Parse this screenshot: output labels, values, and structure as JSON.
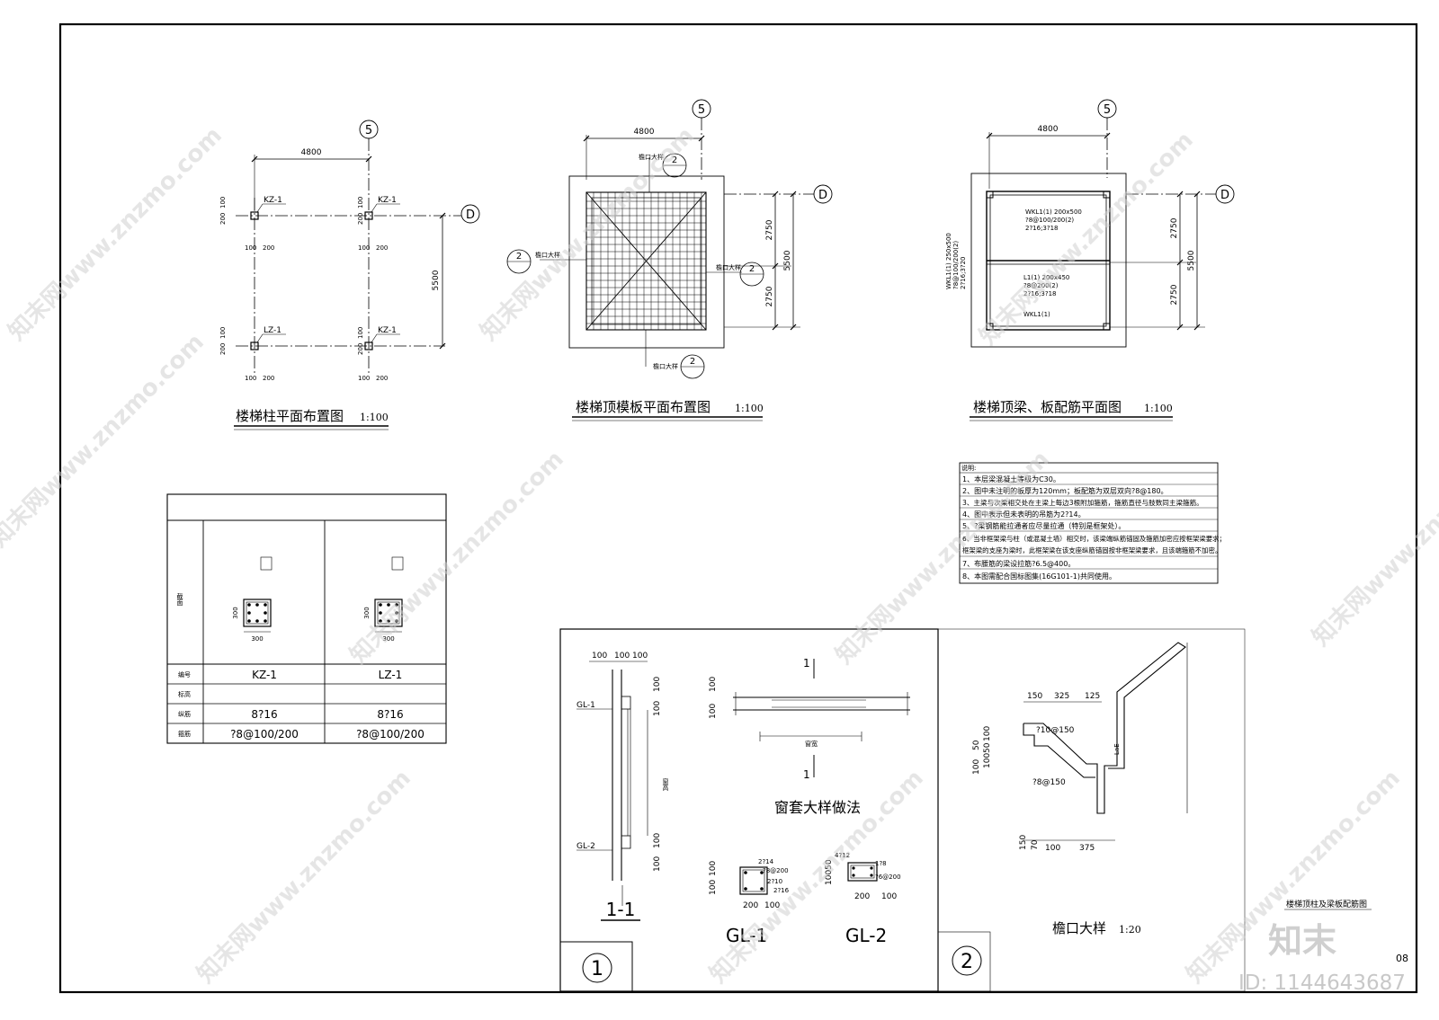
{
  "sheet": {
    "page_number": "08",
    "id_label": "ID: 1144643687",
    "logo_text": "知末",
    "watermark": "知末网www.znzmo.com"
  },
  "plan1": {
    "axis": "5",
    "row": "D",
    "dim_width": "4800",
    "dim_height": "5500",
    "cols": [
      "KZ-1",
      "KZ-1",
      "LZ-1",
      "KZ-1"
    ],
    "d100": "100",
    "d200": "200",
    "title": "楼梯柱平面布置图",
    "scale": "1:100"
  },
  "plan2": {
    "axis": "5",
    "row": "D",
    "dim_width": "4800",
    "dim_upper": "2750",
    "dim_lower": "2750",
    "dim_height": "5500",
    "eave_label": "檐口大样",
    "detail_num": "2",
    "title": "楼梯顶模板平面布置图",
    "scale": "1:100"
  },
  "plan3": {
    "axis": "5",
    "row": "D",
    "dim_width": "4800",
    "dim_upper": "2750",
    "dim_lower": "2750",
    "dim_height": "5500",
    "b1": [
      "WKL1(1) 200x500",
      "?8@100/200(2)",
      "2?16;3?18"
    ],
    "b2": [
      "L1(1) 200x450",
      "?8@200(2)",
      "2?16;3?18"
    ],
    "b3": "WKL1(1)",
    "b4": [
      "WKL1(1) 250x500",
      "?8@100/200(2)",
      "2?16;3?20"
    ],
    "title": "楼梯顶梁、板配筋平面图",
    "scale": "1:100"
  },
  "notes": {
    "heading": "说明:",
    "items": [
      "1、本层梁混凝土等级为C30。",
      "2、图中未注明的板厚为120mm；板配筋为双层双向?8@180。",
      "3、主梁与次梁相交处在主梁上每边3根附加箍筋，箍筋直径与肢数同主梁箍筋。",
      "4、图中表示但未表明的吊筋为2?14。",
      "5、?梁钢筋能拉通者应尽量拉通（特别是框架处）。",
      "6、当非框架梁与柱（或混凝土墙）相交时，该梁端纵筋锚固及箍筋加密应按框架梁要求；",
      "   框架梁的支座为梁时，此框架梁在该支座纵筋锚固按非框架梁要求，且该端箍筋不加密。",
      "7、布腰筋的梁设拉筋?6.5@400。",
      "8、本图需配合国标图集(16G101-1)共同使用。"
    ]
  },
  "coltable": {
    "rows": [
      "截面",
      "编号",
      "标高",
      "纵筋",
      "箍筋"
    ],
    "dim300": "300",
    "cols": [
      {
        "code": "KZ-1",
        "elev": "",
        "long": "8?16",
        "stir": "?8@100/200"
      },
      {
        "code": "LZ-1",
        "elev": "",
        "long": "8?16",
        "stir": "?8@100/200"
      }
    ]
  },
  "detail1": {
    "num": "1",
    "top_dims": [
      "100",
      "100",
      "100"
    ],
    "gl1": "GL-1",
    "gl2": "GL-2",
    "d100": "100",
    "window_height": "窗高",
    "window_width": "窗宽",
    "section_mark": "1",
    "section_title": "1-1",
    "title": "窗套大样做法",
    "gl1_title": "GL-1",
    "gl2_title": "GL-2",
    "gl1_bars": [
      "2?14",
      "?8@200",
      "2?10",
      "2?16"
    ],
    "gl2_bars": [
      "4?12",
      "1?8",
      "?6@200"
    ],
    "gl_d200": "200",
    "gl_d100": "100",
    "gl2_d": "10050"
  },
  "detail2": {
    "num": "2",
    "top_dims": [
      "150",
      "325",
      "125"
    ],
    "left_dims": [
      "100",
      "50",
      "100",
      "50",
      "100"
    ],
    "bar1": "?10@150",
    "bar2": "?8@150",
    "bottom_dims": [
      "150",
      "70",
      "100",
      "375"
    ],
    "lae": "LaE",
    "title": "檐口大样",
    "scale": "1:20",
    "subtitle": "楼梯顶柱及梁板配筋图"
  }
}
